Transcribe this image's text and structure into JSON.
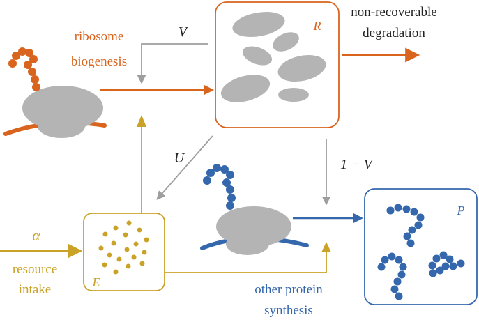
{
  "colors": {
    "orange": "#d8641e",
    "gold": "#c9a227",
    "blue": "#3567ad",
    "gray_arrow": "#9e9e9e",
    "ribosome_gray": "#b4b4b4",
    "black": "#222222"
  },
  "labels": {
    "ribosome_biogenesis_line1": "ribosome",
    "ribosome_biogenesis_line2": "biogenesis",
    "V": "V",
    "R": "R",
    "non_recoverable_line1": "non-recoverable",
    "non_recoverable_line2": "degradation",
    "U": "U",
    "one_minus_V": "1 − V",
    "alpha": "α",
    "resource_line1": "resource",
    "resource_line2": "intake",
    "E": "E",
    "other_protein_line1": "other protein",
    "other_protein_line2": "synthesis",
    "P": "P"
  },
  "icons": {
    "ribosome_top": "ribosome-with-nascent-chain-icon",
    "ribosome_bottom": "ribosome-with-nascent-chain-icon",
    "r_pool": "ribosome-pool-icon",
    "e_pool": "metabolite-pool-icon",
    "p_pool": "protein-chains-icon"
  }
}
